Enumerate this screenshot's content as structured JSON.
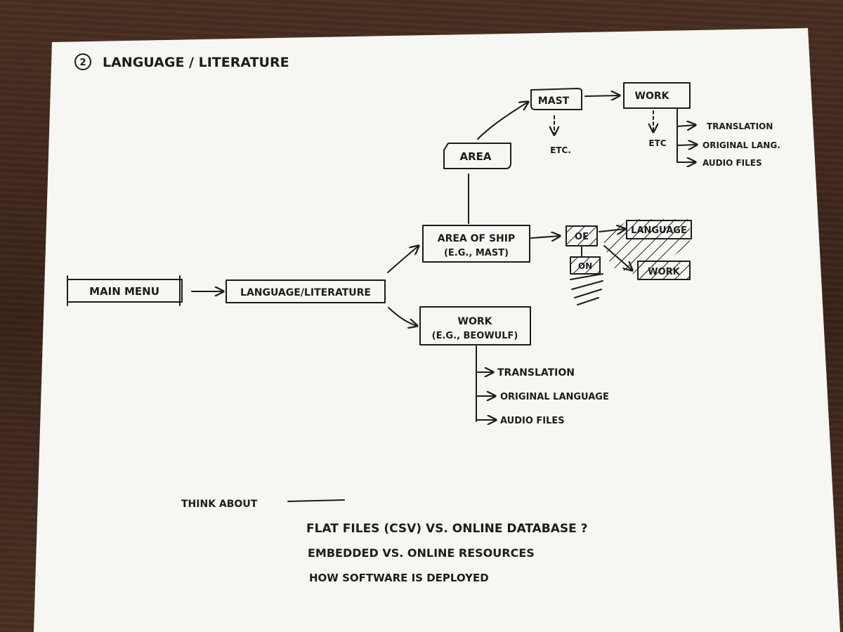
{
  "heading": {
    "number": "2",
    "title": "LANGUAGE / LITERATURE"
  },
  "nodes": {
    "main_menu": "MAIN MENU",
    "language_literature": "LANGUAGE/LITERATURE",
    "area_of_ship_line1": "AREA OF SHIP",
    "area_of_ship_line2": "(E.G., MAST)",
    "work_line1": "WORK",
    "work_line2": "(E.G., BEOWULF)",
    "area": "AREA",
    "mast": "MAST",
    "work_top": "WORK",
    "oe": "OE",
    "on": "ON",
    "language_hatched": "LANGUAGE",
    "work_hatched": "WORK"
  },
  "etc_labels": {
    "under_mast": "ETC.",
    "under_work": "ETC"
  },
  "top_work_children": [
    "TRANSLATION",
    "ORIGINAL LANG.",
    "AUDIO FILES"
  ],
  "work_children": [
    "TRANSLATION",
    "ORIGINAL LANGUAGE",
    "AUDIO FILES"
  ],
  "notes": {
    "heading": "THINK ABOUT",
    "items": [
      "FLAT FILES (CSV) VS. ONLINE DATABASE ?",
      "EMBEDDED VS. ONLINE RESOURCES",
      "HOW SOFTWARE IS DEPLOYED"
    ]
  },
  "colors": {
    "ink": "#1c1c1c",
    "paper": "#f6f6f3",
    "desk": "#3e271c"
  }
}
